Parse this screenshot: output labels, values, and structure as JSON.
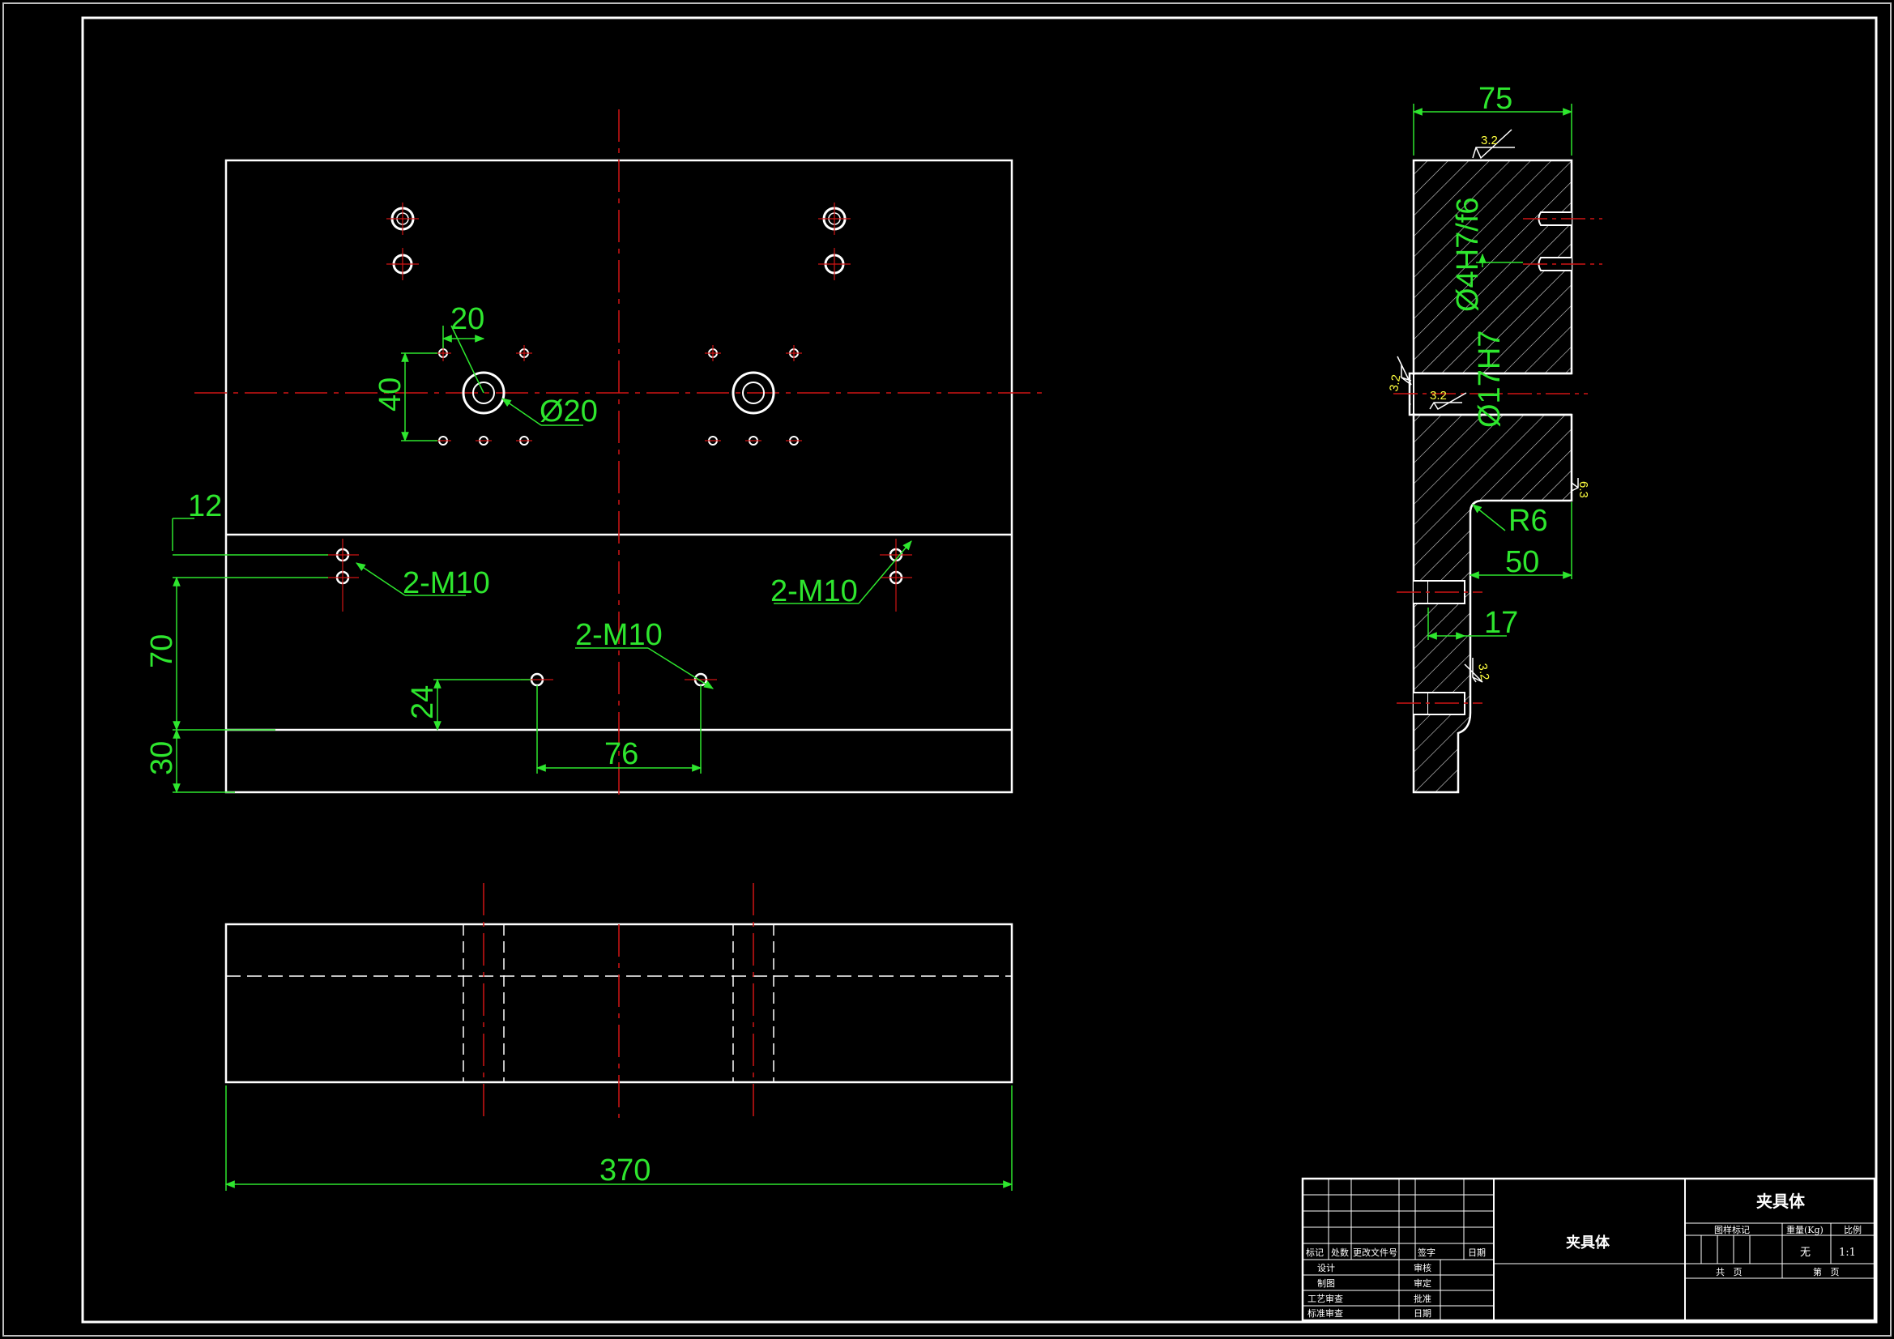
{
  "colors": {
    "background": "#000000",
    "outline": "#ffffff",
    "dimension": "#2ee62e",
    "centerline": "#d01414",
    "roughness": "#ffff40"
  },
  "front_view": {
    "dim_20": "20",
    "dim_40": "40",
    "dia_20": "Ø20",
    "dim_12": "12",
    "dim_70": "70",
    "dim_30": "30",
    "dim_24": "24",
    "dim_76": "76",
    "thread_left": "2-M10",
    "thread_right": "2-M10",
    "thread_center": "2-M10"
  },
  "top_view": {
    "dim_370": "370"
  },
  "side_view": {
    "dim_75": "75",
    "fit_4": "Ø4H7/f6",
    "fit_17": "Ø17H7",
    "radius": "R6",
    "dim_50": "50",
    "dim_17": "17",
    "roughness_top": "3.2",
    "roughness_left": "3.2",
    "roughness_bore": "3.2",
    "roughness_lower": "3.2",
    "roughness_right": "6.3"
  },
  "title_block": {
    "part_name_big": "夹具体",
    "part_name_small": "夹具体",
    "col_marker": "标记",
    "col_count": "处数",
    "col_change_doc": "更改文件号",
    "col_signature": "签字",
    "col_date": "日期",
    "row_design": "设计",
    "row_draw": "制图",
    "row_process": "工艺审查",
    "row_standard": "标准审查",
    "row_check": "审核",
    "row_approve": "审定",
    "row_ratify": "批准",
    "row_date": "日期",
    "stage_mark": "图样标记",
    "weight": "重量(Kg)",
    "scale": "比例",
    "weight_value": "无",
    "scale_value": "1:1",
    "total_pages": "共   页",
    "page_no": "第   页"
  }
}
